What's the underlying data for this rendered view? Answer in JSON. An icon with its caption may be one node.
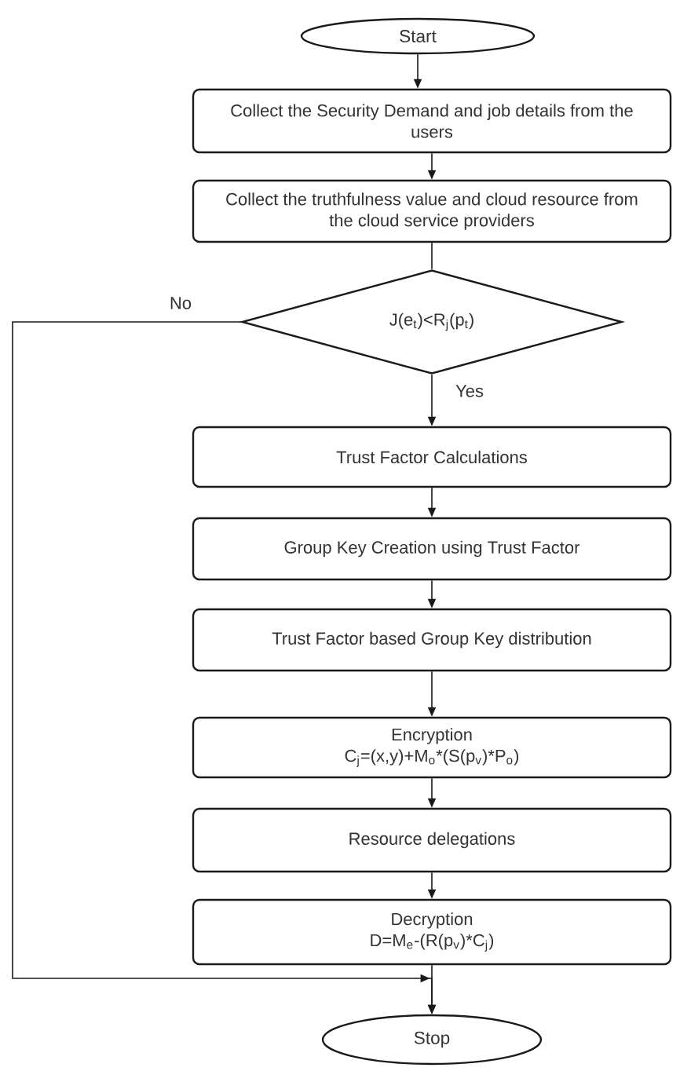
{
  "diagram": {
    "nodes": [
      {
        "text": [
          "Start"
        ]
      },
      {
        "text": [
          "Collect the Security Demand and job details from the users"
        ]
      },
      {
        "text": [
          "Collect the truthfulness value and cloud resource from the cloud service providers"
        ]
      },
      {
        "text": [
          "J(e$_{t}$)<R$_{j}$(p$_{t}$)"
        ]
      },
      {
        "text": [
          "Trust Factor Calculations"
        ]
      },
      {
        "text": [
          "Group Key Creation using Trust Factor"
        ]
      },
      {
        "text": [
          "Trust Factor based Group Key distribution"
        ]
      },
      {
        "text": [
          "Encryption",
          "C$_{j}$=(x,y)+M$_{o}$*(S(p$_{v}$)*P$_{o}$)"
        ]
      },
      {
        "text": [
          "Resource delegations"
        ]
      },
      {
        "text": [
          "Decryption",
          "D=M$_{e}$-(R(p$_{v}$)*C$_{j}$)"
        ]
      },
      {
        "text": [
          "Stop"
        ]
      }
    ],
    "edges": [
      {
        "from": 0,
        "to": 1,
        "arrow": "to"
      },
      {
        "from": 1,
        "to": 2,
        "arrow": "to"
      },
      {
        "from": 2,
        "to": 3,
        "arrow": "none"
      },
      {
        "from": 3,
        "to": 4,
        "arrow": "to",
        "label": "Yes"
      },
      {
        "from": 3,
        "to": 10,
        "arrow": "to",
        "label": "No"
      },
      {
        "from": 4,
        "to": 5,
        "arrow": "to"
      },
      {
        "from": 5,
        "to": 6,
        "arrow": "to"
      },
      {
        "from": 6,
        "to": 7,
        "arrow": "to"
      },
      {
        "from": 7,
        "to": 8,
        "arrow": "to"
      },
      {
        "from": 8,
        "to": 9,
        "arrow": "to"
      },
      {
        "from": 9,
        "to": 10,
        "arrow": "to"
      }
    ]
  }
}
